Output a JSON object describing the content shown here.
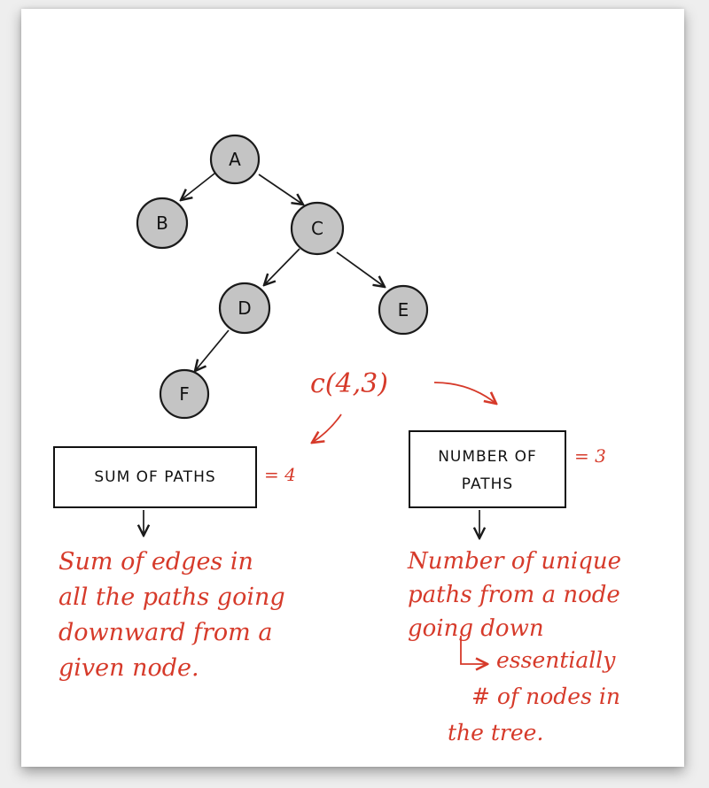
{
  "nodes": {
    "a": "A",
    "b": "B",
    "c": "C",
    "d": "D",
    "e": "E",
    "f": "F"
  },
  "annotation": {
    "call": "c(4,3)"
  },
  "left_box": {
    "title": "SUM OF PATHS",
    "value": "= 4",
    "description": [
      "Sum of edges in",
      "all the paths going",
      "downward from a",
      "given node."
    ]
  },
  "right_box": {
    "title_line1": "NUMBER OF",
    "title_line2": "PATHS",
    "value": "= 3",
    "description": [
      "Number of unique",
      "paths from a node",
      "going down"
    ],
    "note": [
      "essentially",
      "# of nodes in",
      "the tree."
    ]
  },
  "colors": {
    "node_fill": "#c4c4c4",
    "ink": "#1a1a1a",
    "annotation_red": "#d63a2a"
  }
}
